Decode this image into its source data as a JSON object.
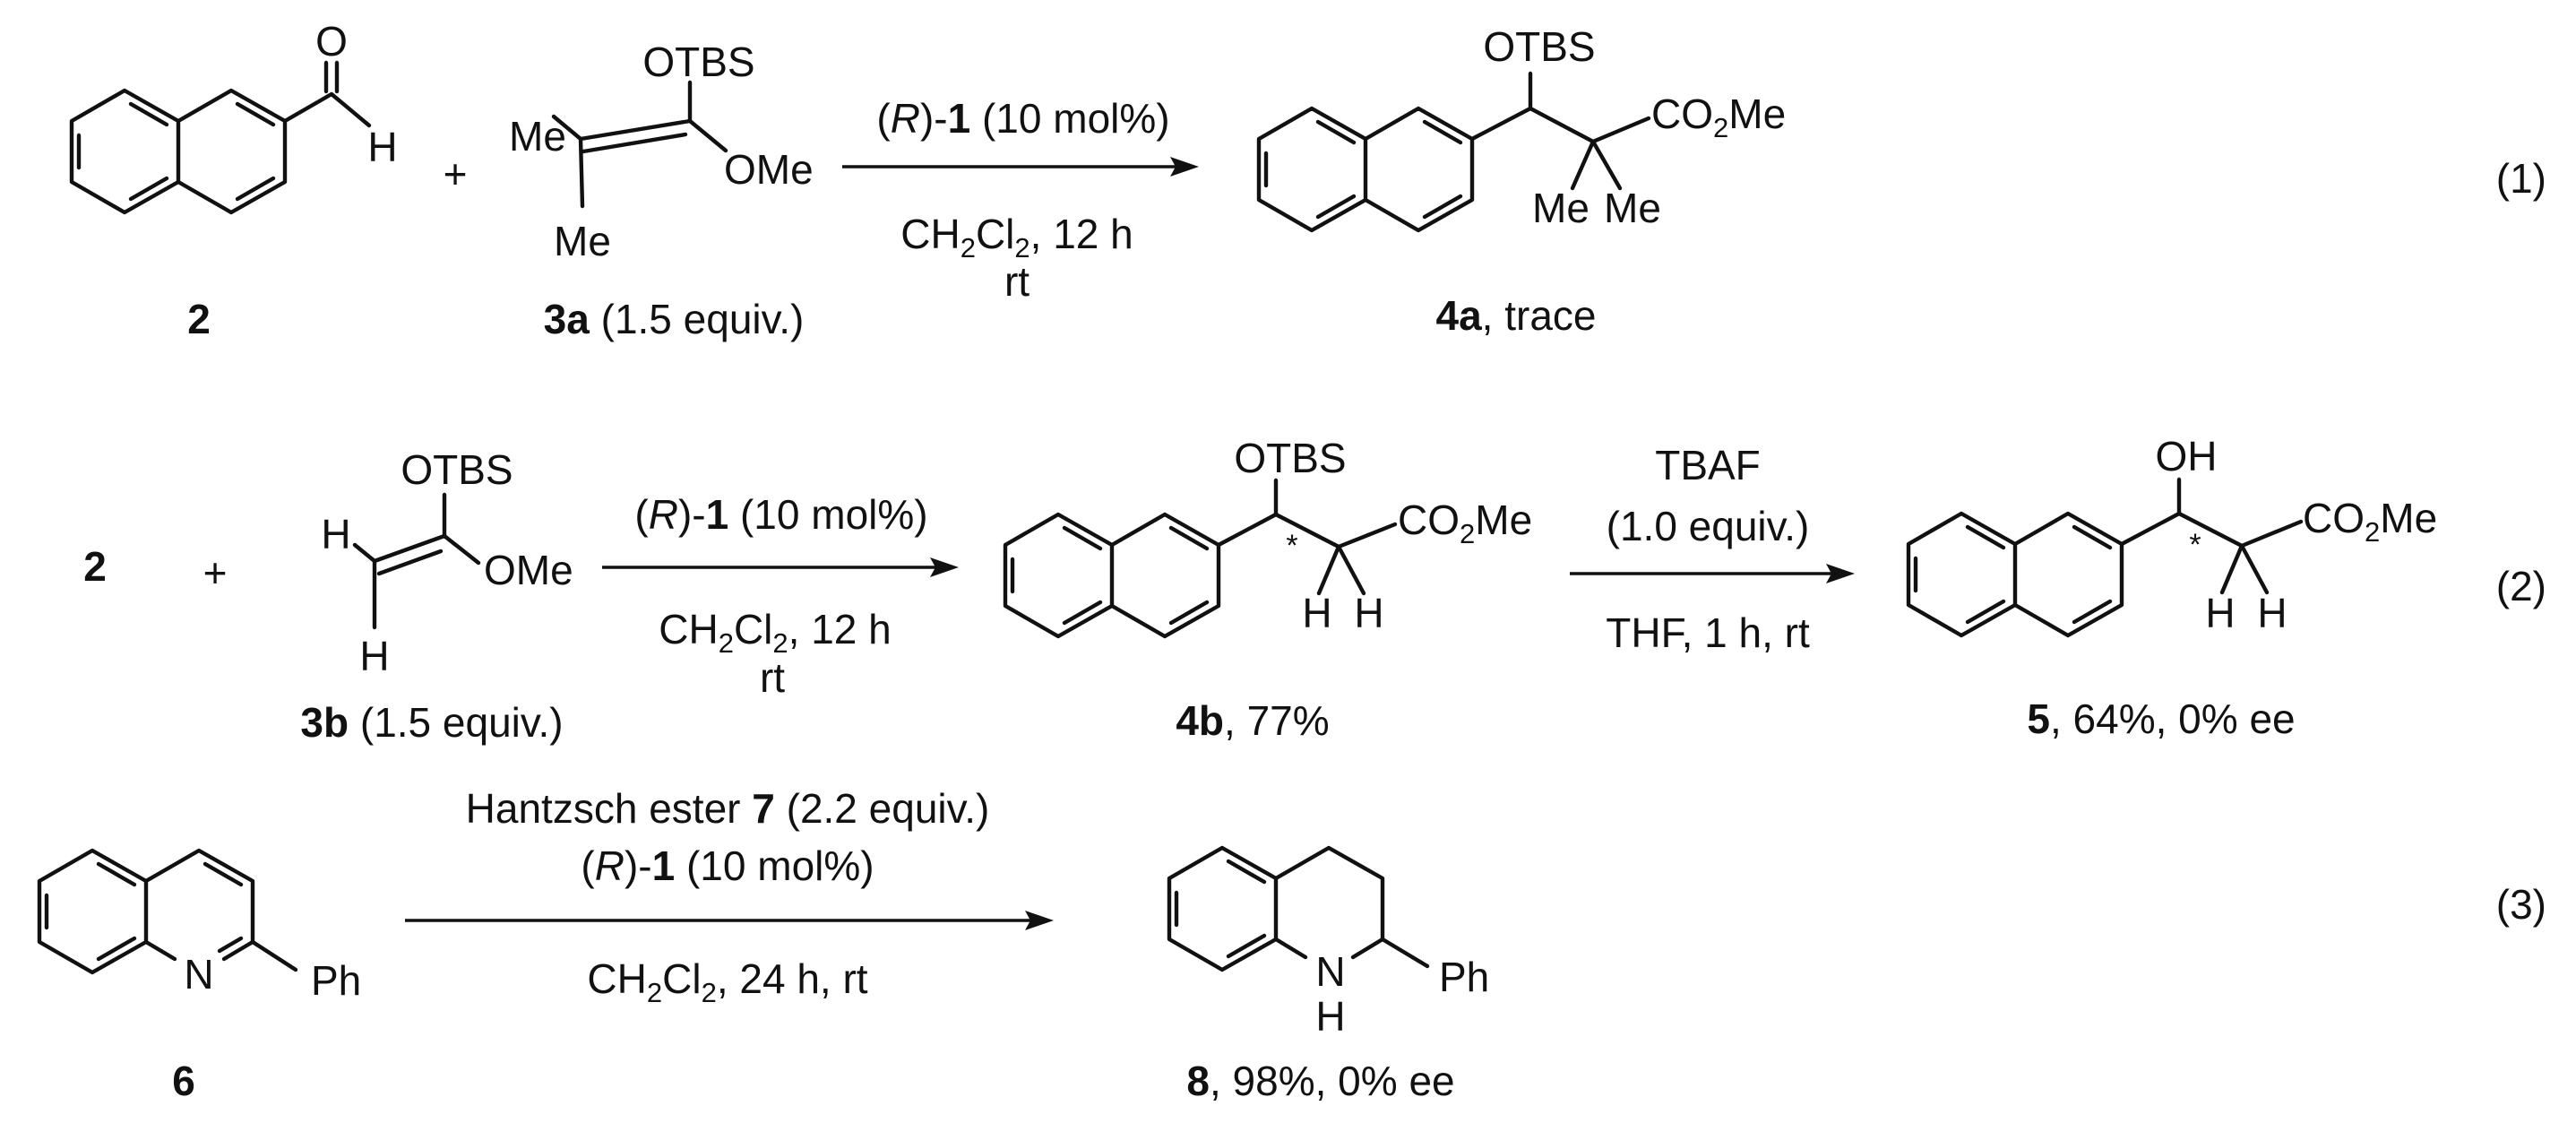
{
  "reactions": [
    {
      "number": "(1)",
      "aldehyde": {
        "label": "2",
        "atoms": {
          "oxygen": "O",
          "hydrogen": "H"
        }
      },
      "plus": "+",
      "reagent": {
        "label_bold": "3a",
        "label_rest": " (1.5 equiv.)",
        "atoms": {
          "otbs": "OTBS",
          "ome": "OMe",
          "me_top": "Me",
          "me_bottom": "Me"
        }
      },
      "conditions_above": {
        "paren_open": "(",
        "r": "R",
        "paren_close": ")-",
        "cat": "1",
        "rest": " (10 mol%)"
      },
      "conditions_below": {
        "solvent_a": "CH",
        "sub1": "2",
        "solvent_b": "Cl",
        "sub2": "2",
        "rest": ", 12 h",
        "temp": "rt"
      },
      "product": {
        "label_bold": "4a",
        "label_rest": ", trace",
        "atoms": {
          "otbs": "OTBS",
          "co": "CO",
          "sub": "2",
          "me_ester": "Me",
          "me_left": "Me",
          "me_right": "Me"
        }
      }
    },
    {
      "number": "(2)",
      "aldehyde": {
        "label": "2"
      },
      "plus": "+",
      "reagent": {
        "label_bold": "3b",
        "label_rest": " (1.5 equiv.)",
        "atoms": {
          "otbs": "OTBS",
          "ome": "OMe",
          "h_top": "H",
          "h_bottom": "H"
        }
      },
      "conditions_above": {
        "paren_open": "(",
        "r": "R",
        "paren_close": ")-",
        "cat": "1",
        "rest": " (10 mol%)"
      },
      "conditions_below": {
        "solvent_a": "CH",
        "sub1": "2",
        "solvent_b": "Cl",
        "sub2": "2",
        "rest": ", 12 h",
        "temp": "rt"
      },
      "intermediate": {
        "label_bold": "4b",
        "label_rest": ", 77%",
        "atoms": {
          "otbs": "OTBS",
          "co": "CO",
          "sub": "2",
          "me_ester": "Me",
          "h_left": "H",
          "h_right": "H",
          "star": "*"
        }
      },
      "step2_above": {
        "line1": "TBAF",
        "line2": "(1.0 equiv.)"
      },
      "step2_below": "THF, 1 h, rt",
      "product": {
        "label_bold": "5",
        "label_rest": ", 64%, 0% ee",
        "atoms": {
          "oh": "OH",
          "co": "CO",
          "sub": "2",
          "me_ester": "Me",
          "h_left": "H",
          "h_right": "H",
          "star": "*"
        }
      }
    },
    {
      "number": "(3)",
      "substrate": {
        "label": "6",
        "atoms": {
          "n": "N",
          "ph": "Ph"
        }
      },
      "conditions_above": {
        "line1_a": "Hantzsch ester ",
        "line1_b": "7",
        "line1_c": " (2.2 equiv.)",
        "paren_open": "(",
        "r": "R",
        "paren_close": ")-",
        "cat": "1",
        "rest": " (10 mol%)"
      },
      "conditions_below": {
        "solvent_a": "CH",
        "sub1": "2",
        "solvent_b": "Cl",
        "sub2": "2",
        "rest": ", 24 h, rt"
      },
      "product": {
        "label_bold": "8",
        "label_rest": ", 98%, 0% ee",
        "atoms": {
          "n": "N",
          "h": "H",
          "ph": "Ph"
        }
      }
    }
  ]
}
